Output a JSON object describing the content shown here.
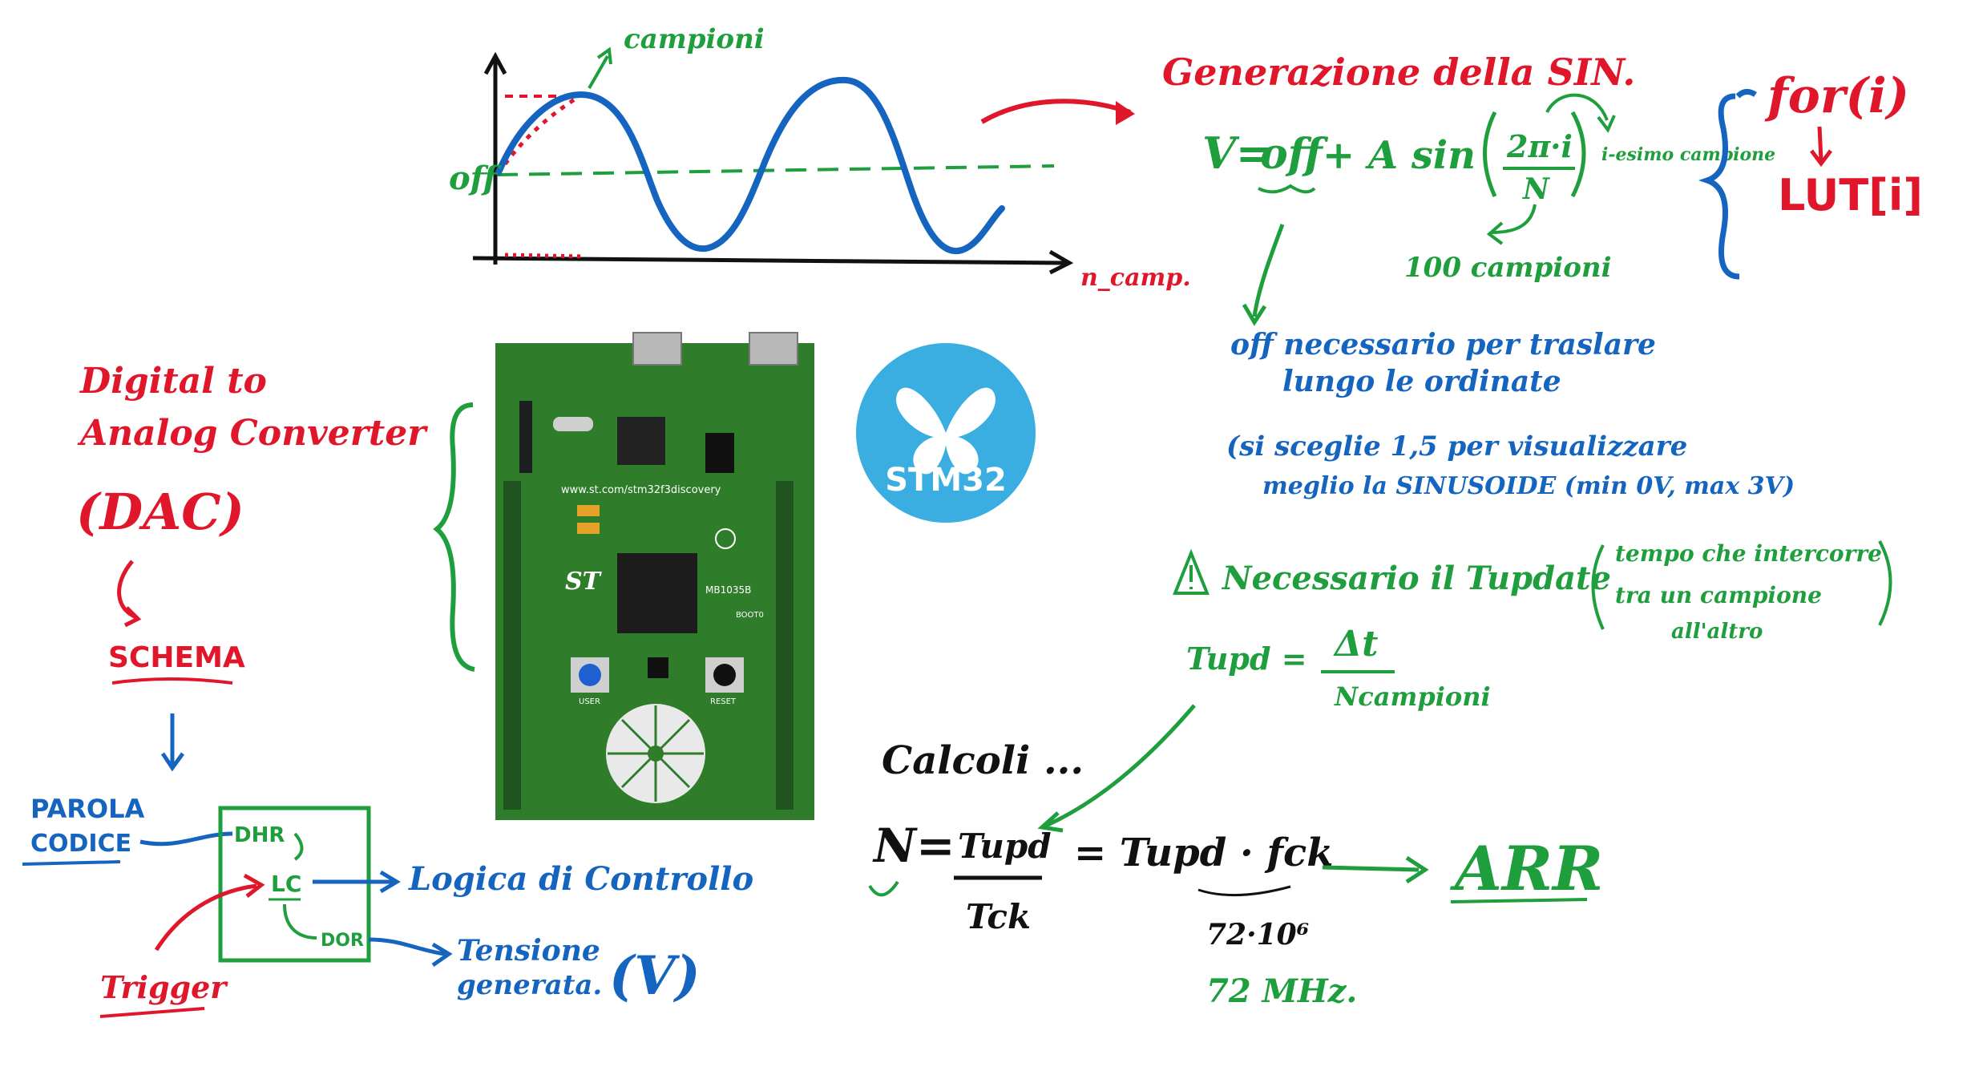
{
  "colors": {
    "red": "#e0162b",
    "blue": "#1565c0",
    "green": "#1e9e3c",
    "black": "#111111",
    "pcb_green": "#2f7d2a",
    "stm32_blue": "#3aaee0"
  },
  "sine_plot": {
    "samples_label": "campioni",
    "offset_label": "off",
    "x_axis_label": "n_camp."
  },
  "generation": {
    "title": "Generazione della SIN.",
    "formula_lhs": "V=",
    "formula_off": "off",
    "formula_plus_a": "+ A sin",
    "numerator": "2π·i",
    "denominator": "N",
    "i_note": "i-esimo campione",
    "n_note": "100 campioni",
    "loop_label": "for(i)",
    "lut_label": "LUT[i]"
  },
  "offset_notes": {
    "line1": "off necessario per traslare",
    "line2": "lungo le ordinate",
    "line3": "(si sceglie 1,5 per visualizzare",
    "line4": "meglio la SINUSOIDE (min 0V, max 3V)"
  },
  "tupdate": {
    "warning_icon": "warning-triangle-icon",
    "text": "Necessario il Tupdate",
    "bracket_note_1": "tempo che intercorre",
    "bracket_note_2": "tra un campione",
    "bracket_note_3": "all'altro",
    "formula_lhs": "Tupd =",
    "numerator": "Δt",
    "denominator": "Ncampioni"
  },
  "calc": {
    "title": "Calcoli ...",
    "n_lhs": "N=",
    "frac_num": "Tupd",
    "frac_den": "Tck",
    "eq_rhs": "= Tupd · fck",
    "fck_value": "72·10⁶",
    "fck_mhz": "72 MHz.",
    "arr": "ARR"
  },
  "dac": {
    "title_1": "Digital to",
    "title_2": "Analog Converter",
    "title_3": "(DAC)",
    "schema": "SCHEMA",
    "parola_1": "PAROLA",
    "parola_2": "CODICE",
    "dhr": "DHR",
    "lc": "LC",
    "dor": "DOR",
    "logic": "Logica di Controllo",
    "trigger": "Trigger",
    "tensione_1": "Tensione",
    "tensione_2": "generata.",
    "volt": "(V)"
  },
  "pcb": {
    "url": "www.st.com/stm32f3discovery",
    "model": "MB1035B",
    "user_btn": "USER",
    "reset_btn": "RESET",
    "boot": "BOOT0",
    "logo": "ST"
  },
  "stm32_logo": {
    "text": "STM32"
  }
}
